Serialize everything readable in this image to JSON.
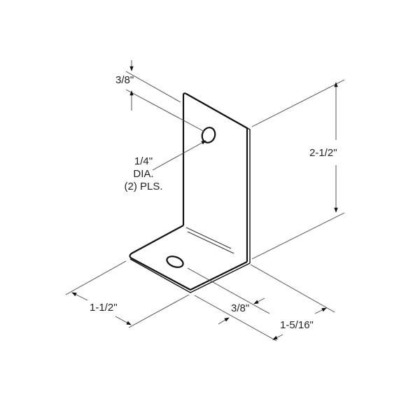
{
  "dimensions": {
    "top_hole_offset": "3/8\"",
    "hole_note": {
      "line1": "1/4\"",
      "line2": "DIA.",
      "line3": "(2) PLS."
    },
    "height": "2-1/2\"",
    "foot_length": "1-1/2\"",
    "bottom_hole_offset": "3/8\"",
    "width": "1-5/16\""
  },
  "colors": {
    "line": "#111111",
    "dim": "#444444"
  }
}
